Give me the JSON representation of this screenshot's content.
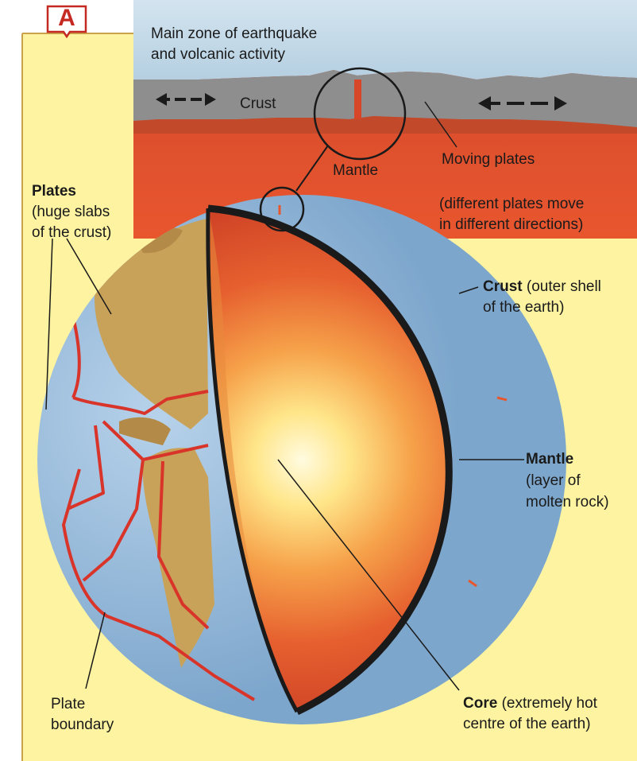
{
  "badge": "A",
  "labels": {
    "main_zone_1": "Main zone of earthquake",
    "main_zone_2": "and volcanic activity",
    "crust_section": "Crust",
    "mantle_section": "Mantle",
    "moving_plates": "Moving plates",
    "different_plates_1": "(different plates move",
    "different_plates_2": "in different directions)",
    "plates_title": "Plates",
    "plates_desc_1": "(huge slabs",
    "plates_desc_2": "of the crust)",
    "crust_title": "Crust",
    "crust_desc_1": " (outer shell",
    "crust_desc_2": "of the earth)",
    "mantle_title": "Mantle",
    "mantle_desc_1": "(layer of",
    "mantle_desc_2": "molten rock)",
    "core_title": "Core",
    "core_desc_1": " (extremely hot",
    "core_desc_2": "centre of the earth)",
    "plate_boundary_1": "Plate",
    "plate_boundary_2": "boundary"
  },
  "colors": {
    "background": "#fdf3a0",
    "sky": "#c8dce8",
    "crust": "#8e8e8e",
    "mantle": "#d8462a",
    "core_light": "#fff7c8",
    "ocean": "#9ec1e0",
    "land": "#c9a25a",
    "plate_boundary": "#d8342a",
    "badge": "#c42a21"
  }
}
